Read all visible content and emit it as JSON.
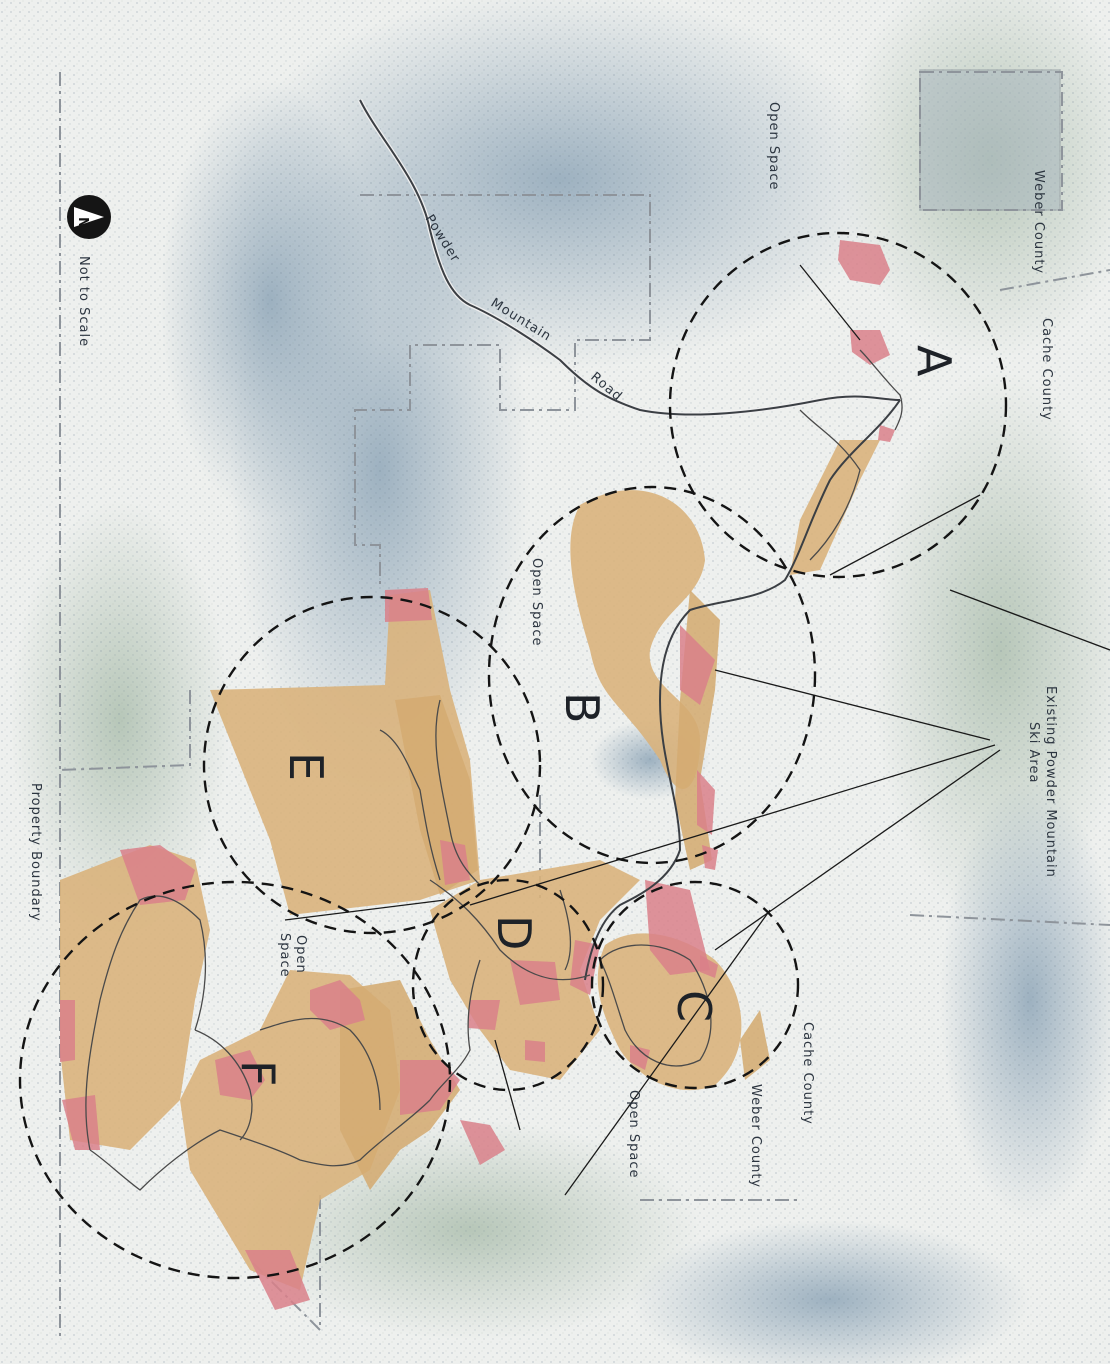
{
  "map": {
    "north_symbol": "N",
    "scale_note": "Not to Scale",
    "labels": {
      "weber_county_top": "Weber County",
      "cache_county_top": "Cache County",
      "open_space_top": "Open Space",
      "existing_ski_area_line1": "Existing Powder Mountain",
      "existing_ski_area_line2": "Ski Area",
      "open_space_center": "Open Space",
      "property_boundary": "Property Boundary",
      "open_space_left_line1": "Open",
      "open_space_left_line2": "Space",
      "cache_county_bottom": "Cache County",
      "weber_county_bottom": "Weber County",
      "open_space_bottom": "Open Space"
    },
    "road": {
      "w1": "Powder",
      "w2": "Mountain",
      "w3": "Road"
    },
    "areas": [
      "A",
      "B",
      "C",
      "D",
      "E",
      "F"
    ]
  },
  "colors": {
    "development_tan": "#d9b37c",
    "pink_zone": "#d9808a",
    "terrain_blue": "#9fb4c4",
    "terrain_green": "#b7c6b8"
  }
}
